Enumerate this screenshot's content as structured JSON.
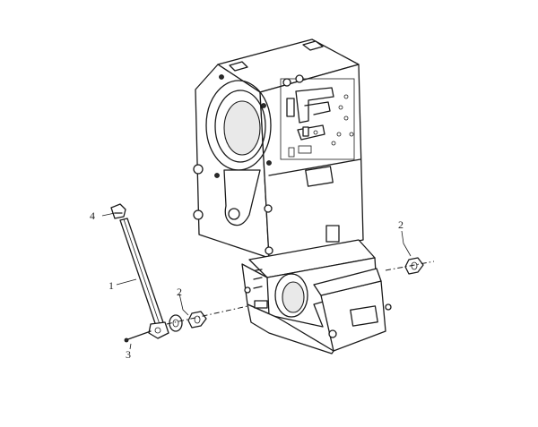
{
  "callouts": {
    "rod": "1",
    "nut_left": "2",
    "nut_right": "2",
    "pin": "3",
    "clip": "4"
  },
  "colors": {
    "line": "#1a1a1a",
    "background": "#ffffff"
  }
}
